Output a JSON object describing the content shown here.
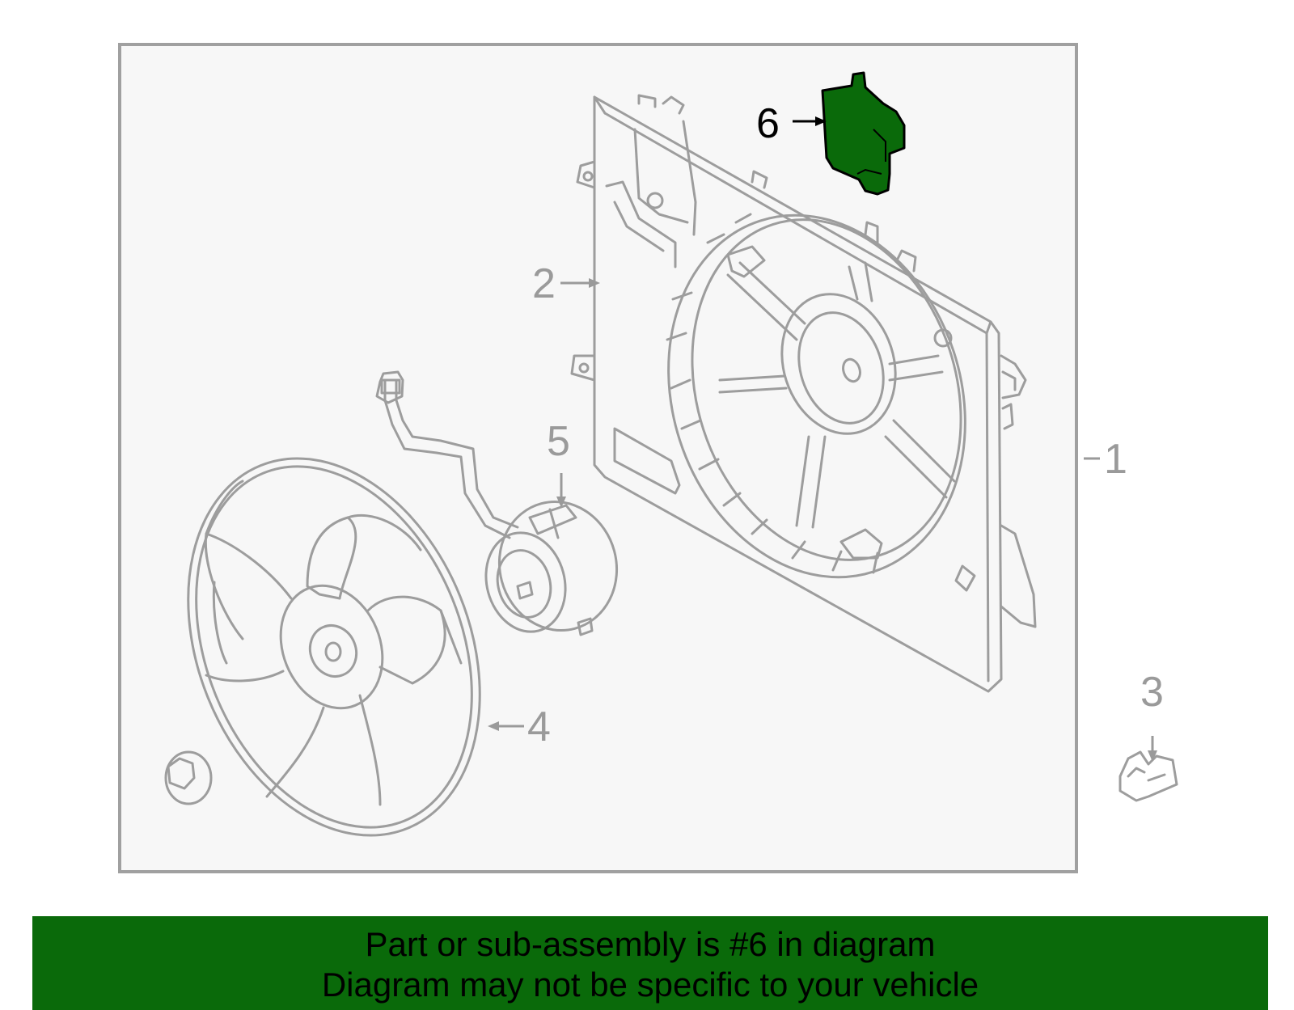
{
  "colors": {
    "banner_background": "#0a6a0a",
    "highlight_part": "#0a6a0a",
    "diagram_frame": "#a0a0a0",
    "diagram_background": "#f7f7f7",
    "part_lines": "#9d9d9d"
  },
  "callouts": {
    "c1": "1",
    "c2": "2",
    "c3": "3",
    "c4": "4",
    "c5": "5",
    "c6": "6"
  },
  "highlighted_callout": "6",
  "banner": {
    "line1": "Part or sub-assembly is #6 in diagram",
    "line2": "Diagram may not be specific to your vehicle"
  }
}
